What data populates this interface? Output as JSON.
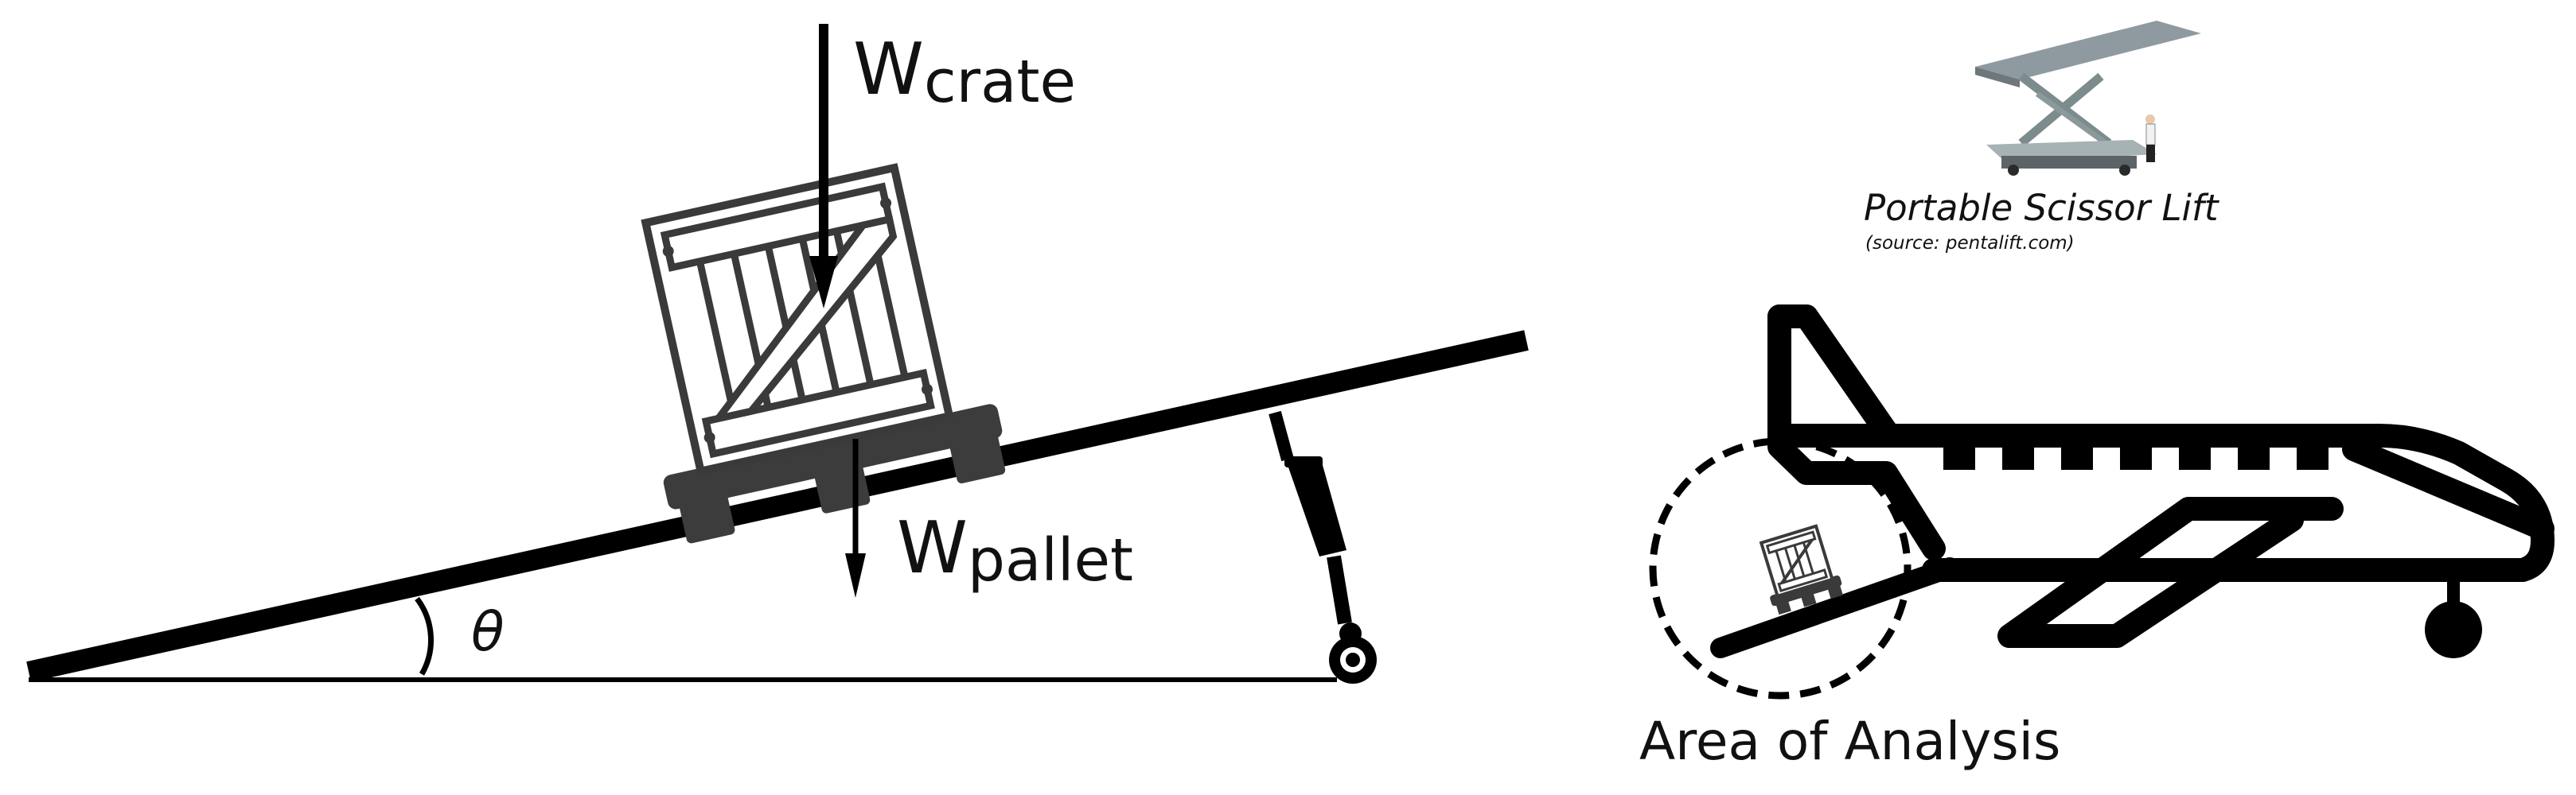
{
  "left_diagram": {
    "crate_weight": {
      "base": "W",
      "sub": "crate"
    },
    "pallet_weight": {
      "base": "W",
      "sub": "pallet"
    },
    "angle_symbol": "θ"
  },
  "right_diagram": {
    "photo_caption": "Portable Scissor Lift",
    "photo_source": "(source: pentalift.com)",
    "area_label": "Area of Analysis"
  },
  "colors": {
    "ink": "#000000",
    "crate": "#3a3a3a",
    "pallet": "#3c3c3c",
    "lift_deck": "#8f9aa0",
    "lift_body": "#a7b2b5",
    "lift_arm": "#7c8c8c"
  }
}
